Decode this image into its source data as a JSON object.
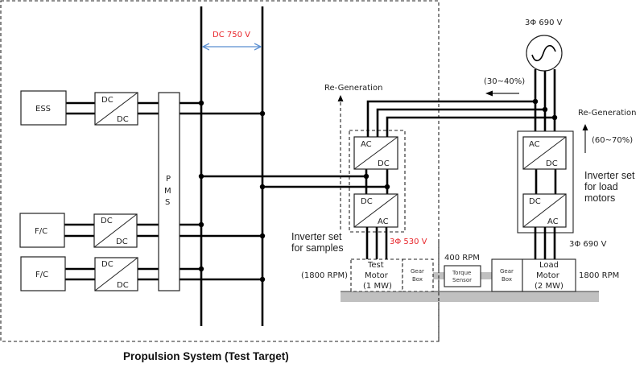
{
  "diagram": {
    "title": "Propulsion System (Test Target)",
    "dc_bus_label": "DC 750 V",
    "pms_letters": [
      "P",
      "M",
      "S"
    ],
    "sources": [
      {
        "name": "ESS",
        "converter": {
          "top": "DC",
          "bottom": "DC"
        }
      },
      {
        "name": "F/C",
        "converter": {
          "top": "DC",
          "bottom": "DC"
        }
      },
      {
        "name": "F/C",
        "converter": {
          "top": "DC",
          "bottom": "DC"
        }
      }
    ],
    "sample_inverter": {
      "upper": {
        "top": "AC",
        "bottom": "DC"
      },
      "lower": {
        "top": "DC",
        "bottom": "AC"
      },
      "label_line1": "Inverter set",
      "label_line2": "for samples",
      "output_voltage": "3Φ 530 V",
      "regen_label": "Re-Generation"
    },
    "load_inverter": {
      "upper": {
        "top": "AC",
        "bottom": "DC"
      },
      "lower": {
        "top": "DC",
        "bottom": "AC"
      },
      "label_line1": "Inverter set",
      "label_line2": "for load",
      "label_line3": "motors",
      "output_voltage": "3Φ 690 V",
      "regen_label": "Re-Generation",
      "regen_pct": "(60~70%)"
    },
    "grid": {
      "voltage": "3Φ 690 V",
      "flow_pct": "(30~40%)",
      "symbol": "~"
    },
    "drivetrain": {
      "test_motor": {
        "line1": "Test",
        "line2": "Motor",
        "line3": "(1 MW)",
        "rpm": "(1800 RPM)"
      },
      "gear_box_left": {
        "line1": "Gear",
        "line2": "Box"
      },
      "torque_sensor": {
        "line1": "Torque",
        "line2": "Sensor",
        "rpm": "400 RPM"
      },
      "gear_box_right": {
        "line1": "Gear",
        "line2": "Box"
      },
      "load_motor": {
        "line1": "Load",
        "line2": "Motor",
        "line3": "(2 MW)",
        "rpm": "1800 RPM"
      }
    }
  }
}
